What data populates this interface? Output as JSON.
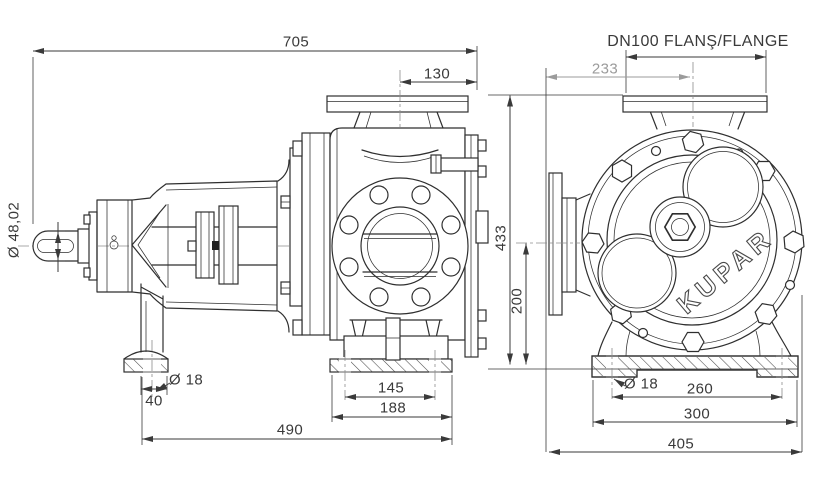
{
  "drawing": {
    "background": "#ffffff",
    "line_color": "#2f2f2f",
    "dim_color": "#3a3a3a",
    "ref_dim_color": "#9b9b9b",
    "brand_logo": "KUPAR",
    "top_flange_label": "DN100 FLANŞ/FLANGE",
    "dims": {
      "overall_length": "705",
      "port_center_to_rear_face": "130",
      "port_center_offset": "233",
      "shaft_diameter": "Ø 48,02",
      "overall_height": "433",
      "center_height": "200",
      "foot_hole_dia_side": "Ø 18",
      "foot_width": "40",
      "base_hole_spacing_side": "145",
      "base_width_side": "188",
      "base_length": "490",
      "foot_hole_dia_front": "Ø 18",
      "base_hole_spacing_front": "260",
      "base_width_front": "300",
      "overall_width_front": "405"
    }
  }
}
